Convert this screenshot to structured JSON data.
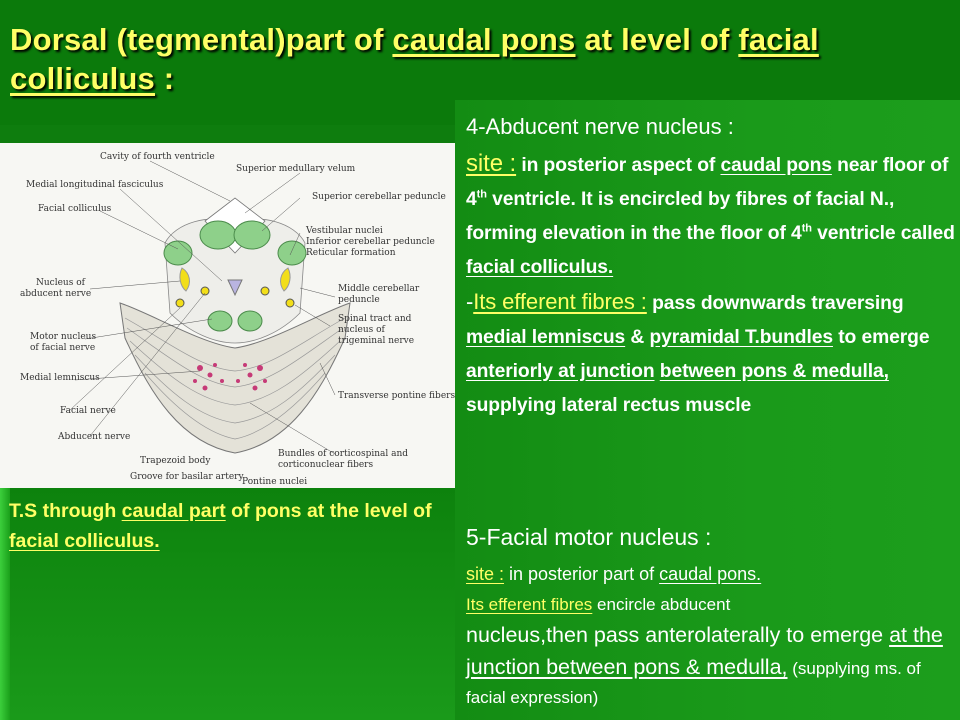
{
  "title": {
    "pre": "Dorsal (tegmental)part of ",
    "link1": "caudal pons",
    "mid": " at level of ",
    "link2": "facial colliculus",
    "post": " :"
  },
  "figure": {
    "labels": {
      "cavity": "Cavity of fourth ventricle",
      "sup_medullary": "Superior medullary velum",
      "mlf": "Medial longitudinal fasciculus",
      "sup_cerebellar": "Superior cerebellar peduncle",
      "facial_colliculus": "Facial colliculus",
      "vestibular": "Vestibular nuclei",
      "inf_cerebellar": "Inferior cerebellar peduncle",
      "reticular": "Reticular formation",
      "nucleus_abducent_1": "Nucleus of",
      "nucleus_abducent_2": "abducent nerve",
      "middle_cerebellar_1": "Middle cerebellar",
      "middle_cerebellar_2": "peduncle",
      "motor_nucleus_1": "Motor nucleus",
      "motor_nucleus_2": "of facial nerve",
      "spinal_tract_1": "Spinal tract and",
      "spinal_tract_2": "nucleus of",
      "spinal_tract_3": "trigeminal nerve",
      "medial_lemniscus": "Medial lemniscus",
      "transverse_pontine": "Transverse pontine fibers",
      "facial_nerve": "Facial nerve",
      "abducent_nerve": "Abducent nerve",
      "trapezoid": "Trapezoid body",
      "bundles_1": "Bundles of corticospinal and",
      "bundles_2": "corticonuclear fibers",
      "groove": "Groove for basilar artery",
      "pontine_nuclei": "Pontine nuclei"
    }
  },
  "caption": {
    "pre": "T.S through ",
    "link1": "caudal part",
    "mid": " of pons at the level of ",
    "link2": "facial colliculus."
  },
  "abducent": {
    "heading": "4-Abducent nerve nucleus :",
    "site_label": "site :",
    "t1": " in posterior aspect of ",
    "u_caudal": "caudal pons",
    "t2": " near floor of 4",
    "sup1": "th",
    "t3": " ventricle. It is encircled by fibres of facial N., forming elevation in the the floor of 4",
    "sup2": "th",
    "t4": " ventricle called ",
    "u_colliculus": "facial colliculus.",
    "eff_dash": "-",
    "eff_label": "Its efferent fibres :",
    "t5": " pass downwards traversing ",
    "u_ml": "medial lemniscus",
    "t6": " & ",
    "u_pyr": "pyramidal T.bundles",
    "t7": " to emerge ",
    "u_ant": "anteriorly at junction",
    "t8": " ",
    "u_between": "between pons & medulla,",
    "t9": " supplying lateral rectus muscle"
  },
  "facial": {
    "heading": "5-Facial motor nucleus :",
    "site_label": "site :",
    "t1": " in posterior part of ",
    "u_caudal": "caudal pons.",
    "eff_label": "Its efferent  fibres",
    "t2": " encircle abducent",
    "t3": "nucleus,then pass anterolaterally to emerge ",
    "u_junction": "at the junction between pons & medulla,",
    "t4": " (supplying ms. of facial expression)"
  },
  "colors": {
    "background": "#0e7d0e",
    "highlight": "#ffff66",
    "text": "#ffffff"
  }
}
